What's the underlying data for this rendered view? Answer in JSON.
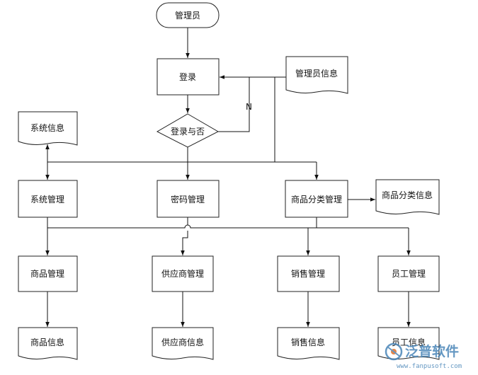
{
  "nodes": {
    "admin": "管理员",
    "login": "登录",
    "admin_info": "管理员信息",
    "login_check": "登录与否",
    "system_info": "系统信息",
    "system_mgmt": "系统管理",
    "password_mgmt": "密码管理",
    "category_mgmt": "商品分类管理",
    "category_info": "商品分类信息",
    "product_mgmt": "商品管理",
    "supplier_mgmt": "供应商管理",
    "sales_mgmt": "销售管理",
    "staff_mgmt": "员工管理",
    "product_info": "商品信息",
    "supplier_info": "供应商信息",
    "sales_info": "销售信息",
    "staff_info": "员工信息"
  },
  "edge_labels": {
    "no": "N"
  },
  "watermark": {
    "brand": "泛普软件",
    "site": "www.fanpusoft.com"
  }
}
